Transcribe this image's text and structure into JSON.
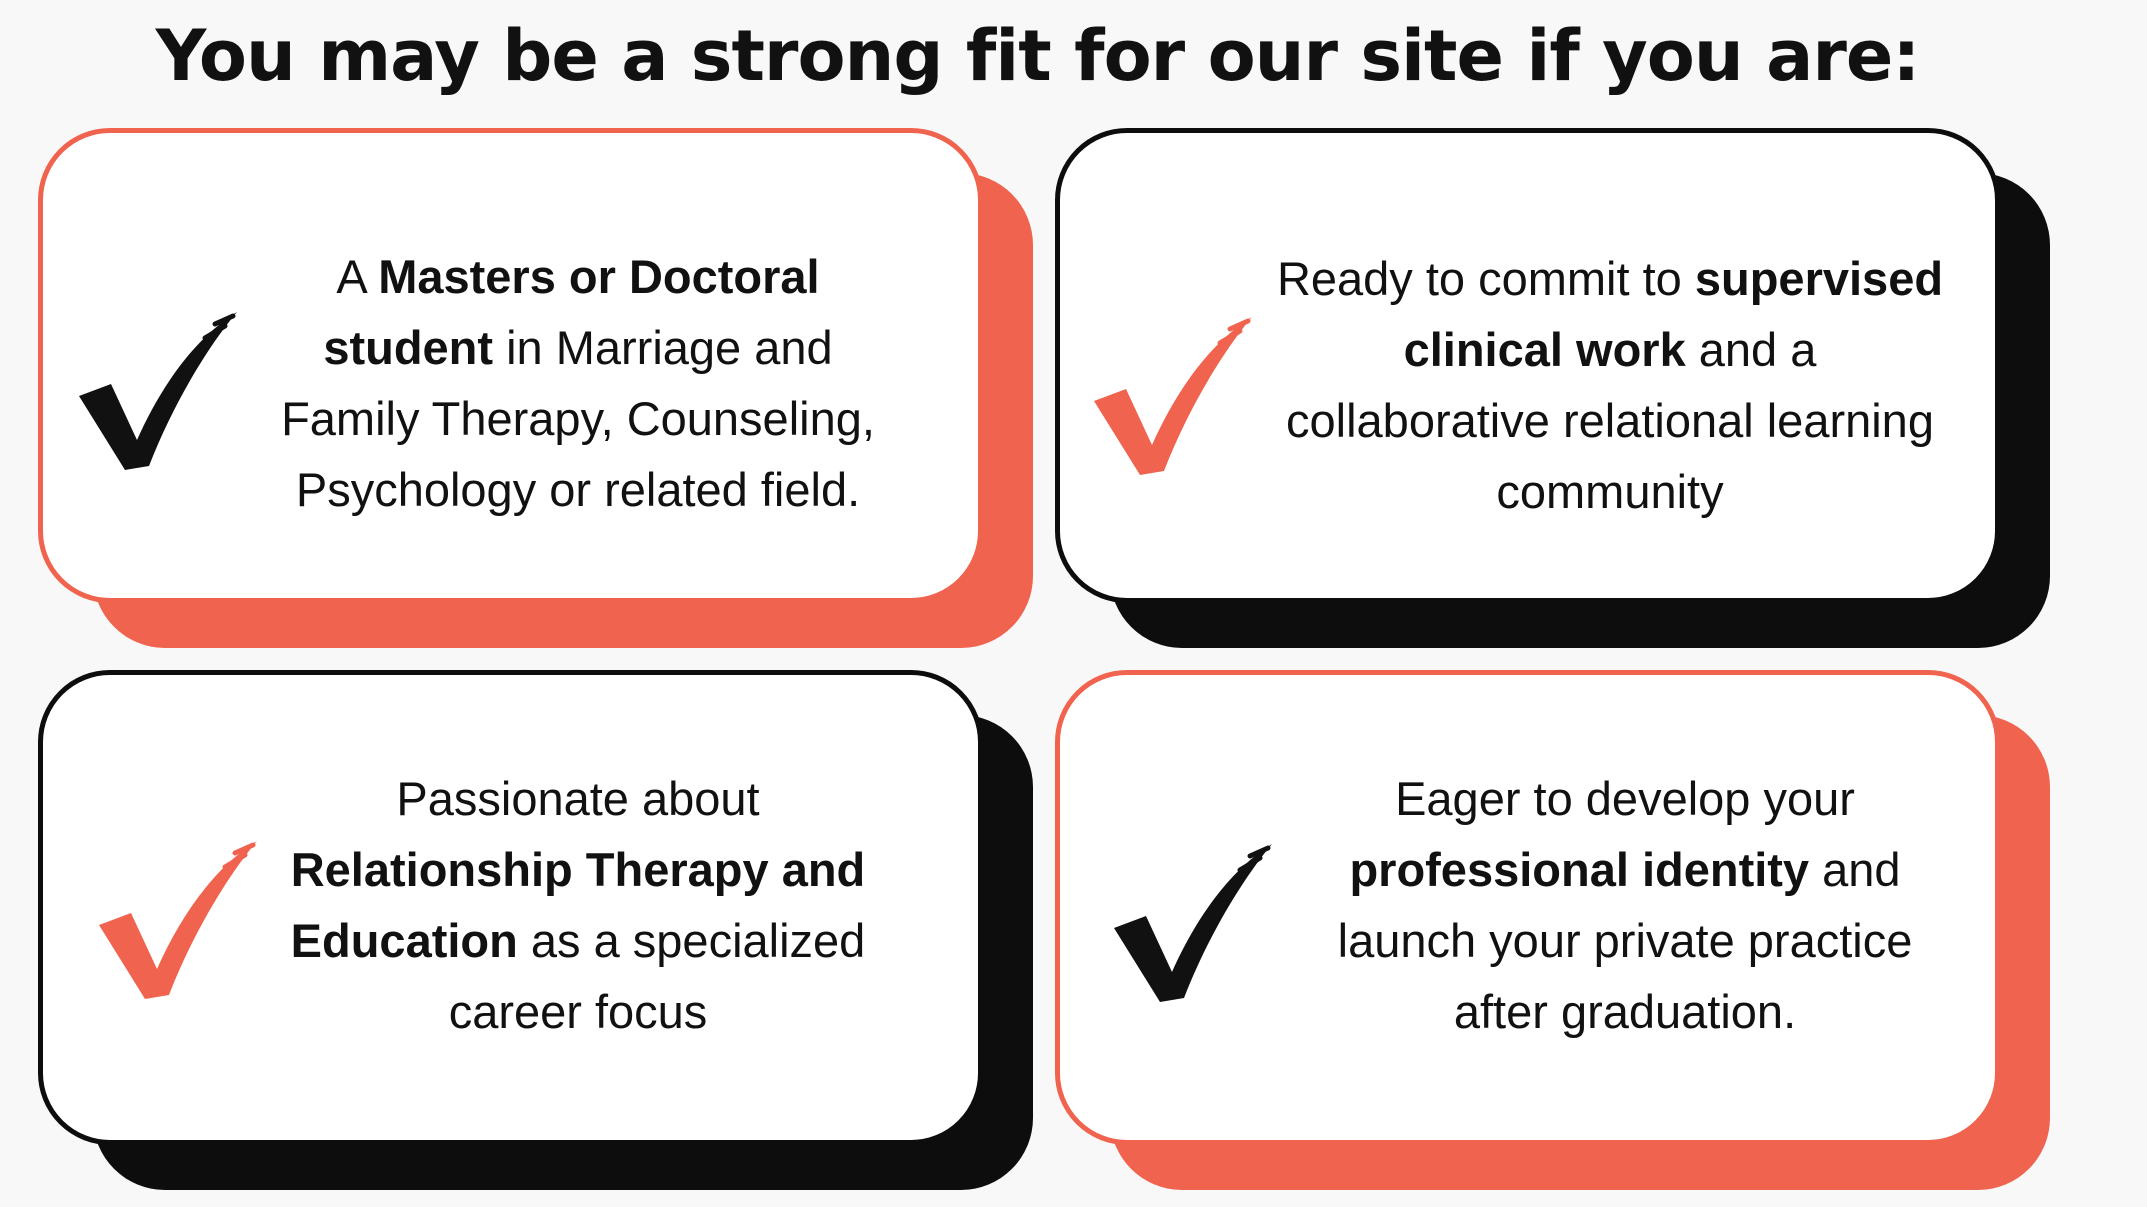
{
  "title": "You may be a strong fit for our site if you are:",
  "colors": {
    "accent": "#f0634e",
    "dark": "#0d0d0d",
    "card_bg": "#ffffff",
    "page_bg": "#f8f8f8"
  },
  "cards": [
    {
      "check_icon": "black-checkmark-icon",
      "parts": [
        {
          "text": "A ",
          "bold": false
        },
        {
          "text": "Masters or Doctoral student",
          "bold": true
        },
        {
          "text": " in Marriage and Family Therapy, Counseling, Psychology or related field.",
          "bold": false
        }
      ]
    },
    {
      "check_icon": "coral-checkmark-icon",
      "parts": [
        {
          "text": "Ready to commit to ",
          "bold": false
        },
        {
          "text": "supervised clinical work",
          "bold": true
        },
        {
          "text": " and a collaborative relational learning community",
          "bold": false
        }
      ]
    },
    {
      "check_icon": "coral-checkmark-icon",
      "parts": [
        {
          "text": "Passionate about ",
          "bold": false
        },
        {
          "text": "Relationship Therapy and Education",
          "bold": true
        },
        {
          "text": " as a specialized career focus",
          "bold": false
        }
      ]
    },
    {
      "check_icon": "black-checkmark-icon",
      "parts": [
        {
          "text": "Eager to develop your ",
          "bold": false
        },
        {
          "text": "professional identity",
          "bold": true
        },
        {
          "text": " and launch your private practice after graduation.",
          "bold": false
        }
      ]
    }
  ]
}
